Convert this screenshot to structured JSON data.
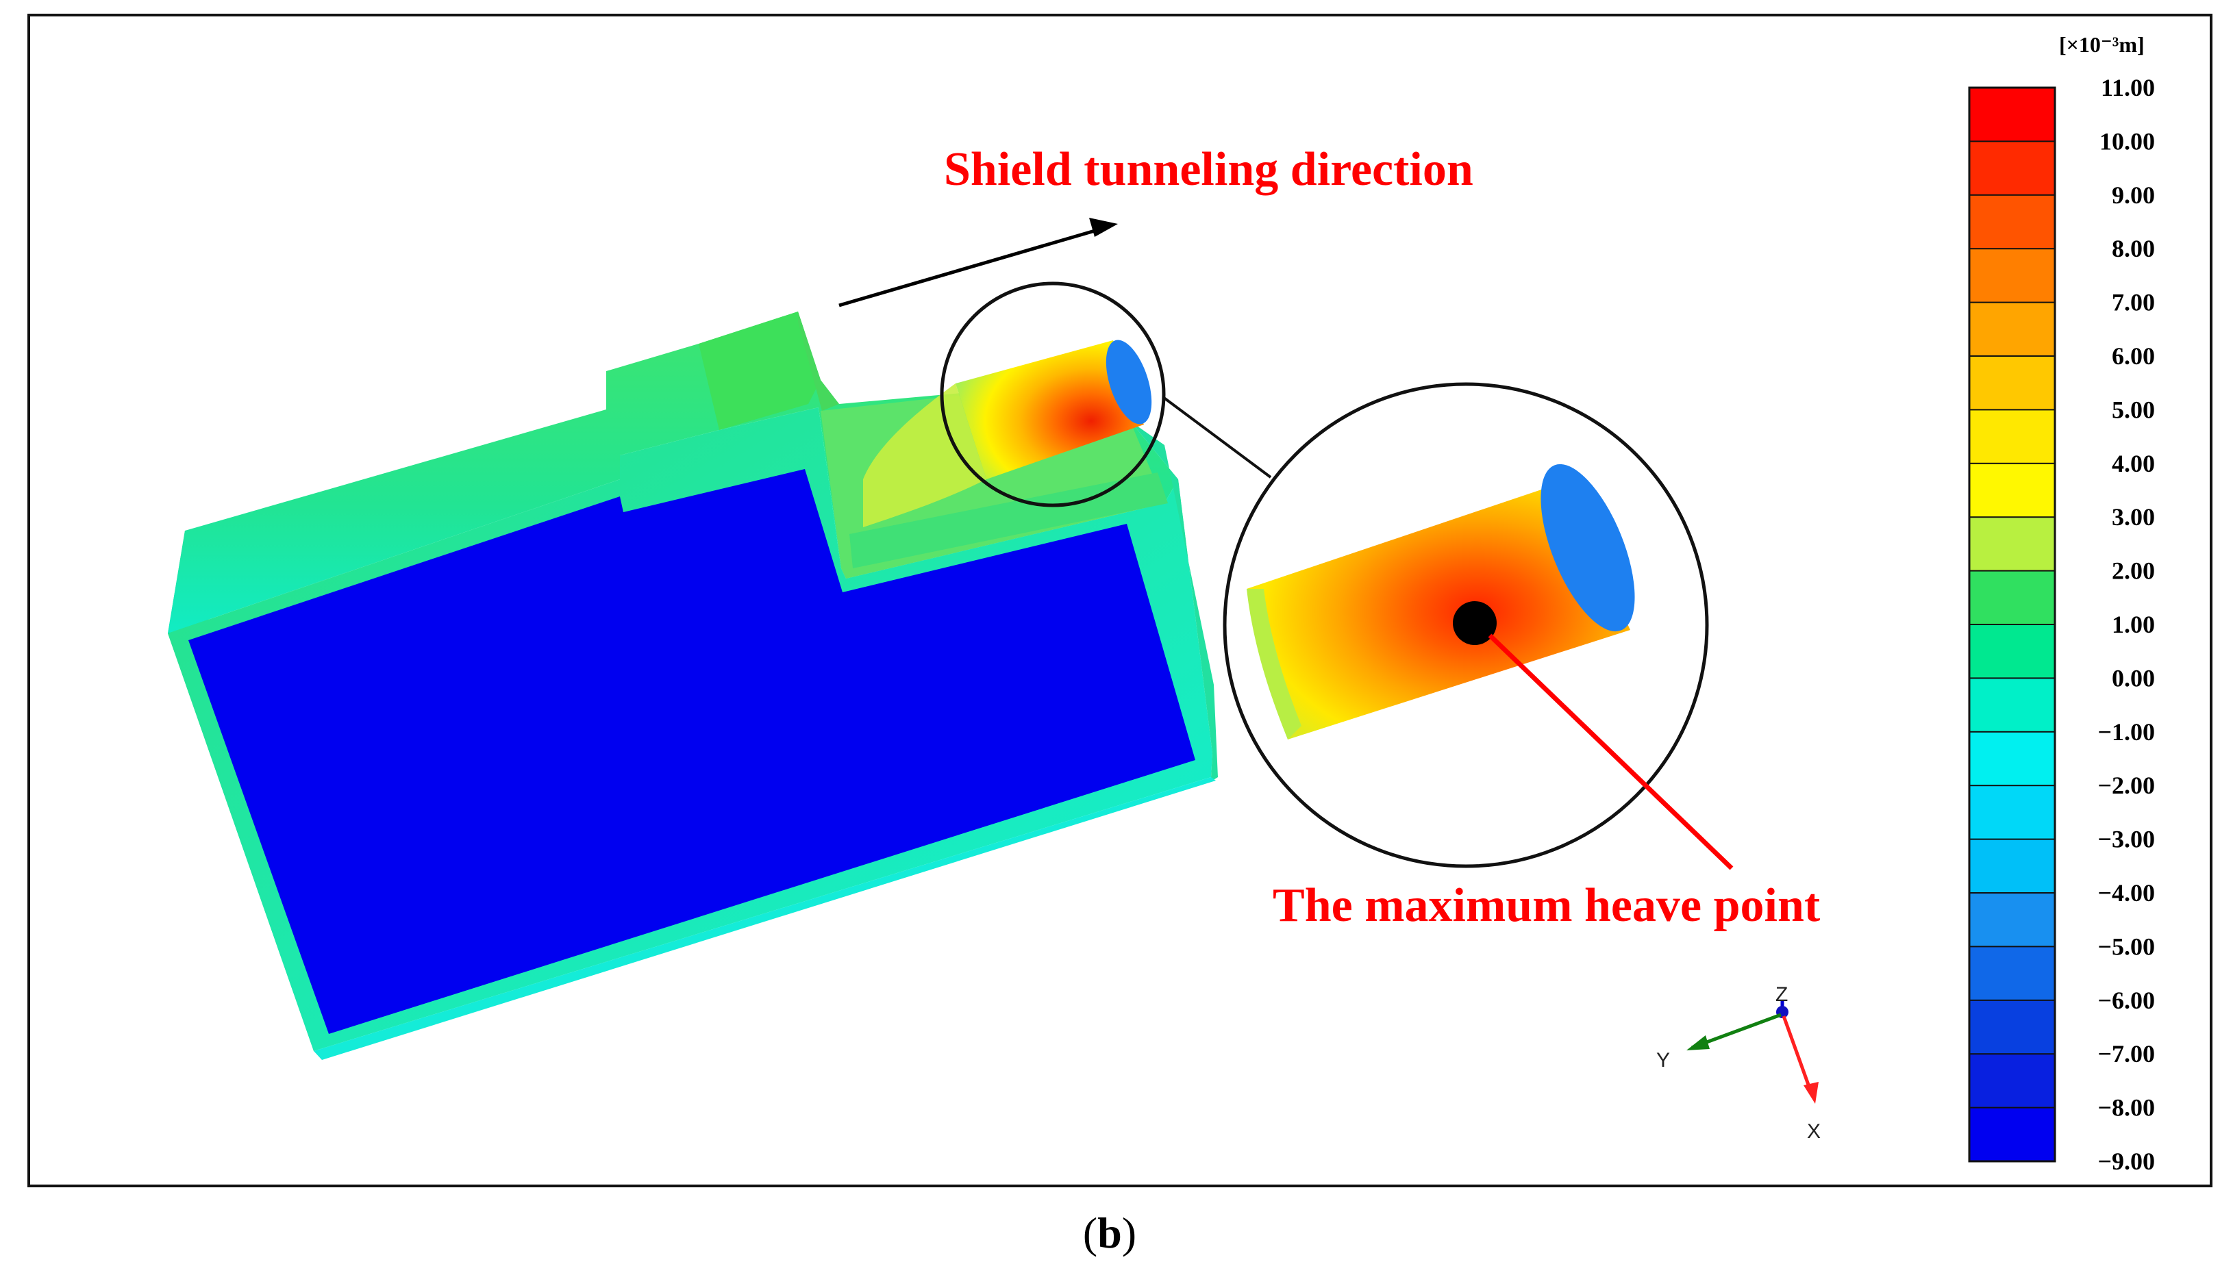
{
  "annotations": {
    "direction_label": "Shield tunneling direction",
    "max_point_label": "The maximum heave point"
  },
  "legend": {
    "unit_label": "[×10⁻³m]",
    "ticks": [
      "11.00",
      "10.00",
      "9.00",
      "8.00",
      "7.00",
      "6.00",
      "5.00",
      "4.00",
      "3.00",
      "2.00",
      "1.00",
      "0.00",
      "−1.00",
      "−2.00",
      "−3.00",
      "−4.00",
      "−5.00",
      "−6.00",
      "−7.00",
      "−8.00",
      "−9.00"
    ],
    "colors": [
      "#ff0000",
      "#ff2a00",
      "#ff5400",
      "#ff7f00",
      "#ffa500",
      "#ffc800",
      "#ffe800",
      "#fff800",
      "#b8f040",
      "#30e060",
      "#00e890",
      "#00f0c8",
      "#00f0f0",
      "#00d8f8",
      "#00c0f8",
      "#1890f0",
      "#1068e8",
      "#0840e0",
      "#0820e0",
      "#0000f0"
    ]
  },
  "triad": {
    "z": "Z",
    "y": "Y",
    "x": "X"
  },
  "caption": {
    "open": "(",
    "letter": "b",
    "close": ")"
  },
  "colors": {
    "base_blue": "#0000f0",
    "shell_green": "#26e07a",
    "tunnel_cap": "#1e7ff0",
    "heave_red": "#ff0000"
  }
}
